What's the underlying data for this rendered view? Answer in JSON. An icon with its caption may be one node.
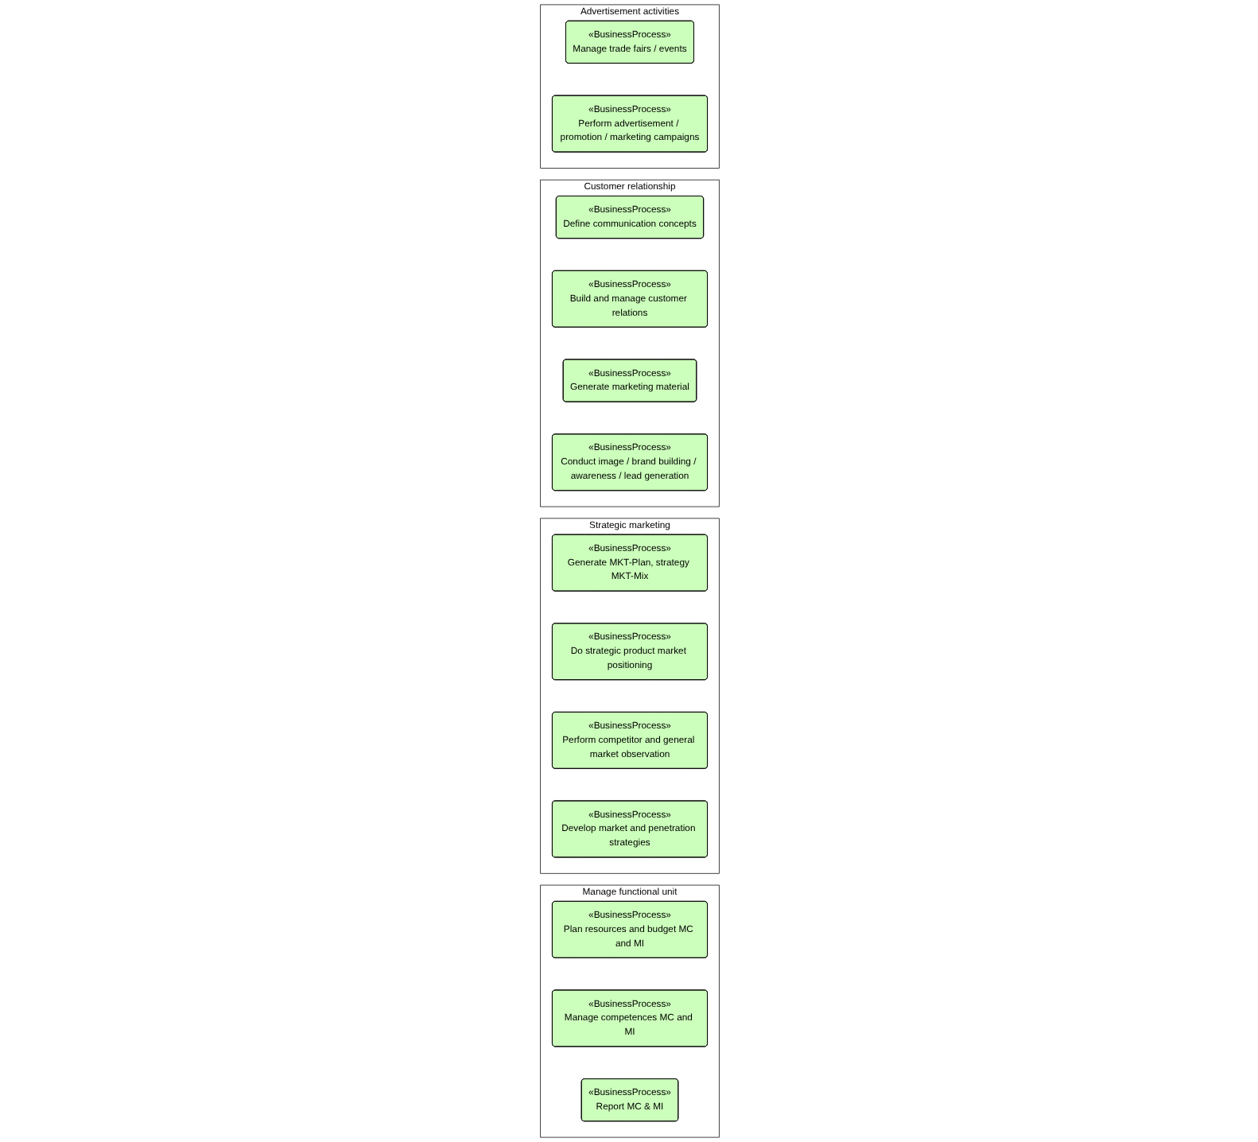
{
  "diagram": {
    "nodes": [
      {
        "text": [
          "Manage functional unit"
        ]
      },
      {
        "text": [
          "«BusinessProcess»",
          "Plan resources and budget MC and MI"
        ],
        "in": 0
      },
      {
        "text": [
          "«BusinessProcess»",
          "Manage competences MC and MI"
        ],
        "in": 0
      },
      {
        "text": [
          "«BusinessProcess»",
          "Report MC & MI"
        ],
        "in": 0
      },
      {
        "text": [
          "Strategic marketing"
        ]
      },
      {
        "text": [
          "«BusinessProcess»",
          "Generate MKT-Plan, strategy MKT-Mix"
        ],
        "in": 4
      },
      {
        "text": [
          "«BusinessProcess»",
          "Do strategic product market positioning"
        ],
        "in": 4
      },
      {
        "text": [
          "«BusinessProcess»",
          "Perform competitor and general market observation"
        ],
        "in": 4
      },
      {
        "text": [
          "«BusinessProcess»",
          "Develop market and penetration strategies"
        ],
        "in": 4
      },
      {
        "text": [
          "Customer relationship"
        ]
      },
      {
        "text": [
          "«BusinessProcess»",
          "Define communication concepts"
        ],
        "in": 9
      },
      {
        "text": [
          "«BusinessProcess»",
          "Build and manage customer relations"
        ],
        "in": 9
      },
      {
        "text": [
          "«BusinessProcess»",
          "Generate marketing material"
        ],
        "in": 9
      },
      {
        "text": [
          "«BusinessProcess»",
          "Conduct image / brand building / awareness / lead generation"
        ],
        "in": 9
      },
      {
        "text": [
          "Advertisement activities"
        ]
      },
      {
        "text": [
          "«BusinessProcess»",
          "Manage trade fairs / events"
        ],
        "in": 14
      },
      {
        "text": [
          "«BusinessProcess»",
          "Perform advertisement / promotion / marketing campaigns"
        ],
        "in": 14
      }
    ],
    "edges": []
  }
}
